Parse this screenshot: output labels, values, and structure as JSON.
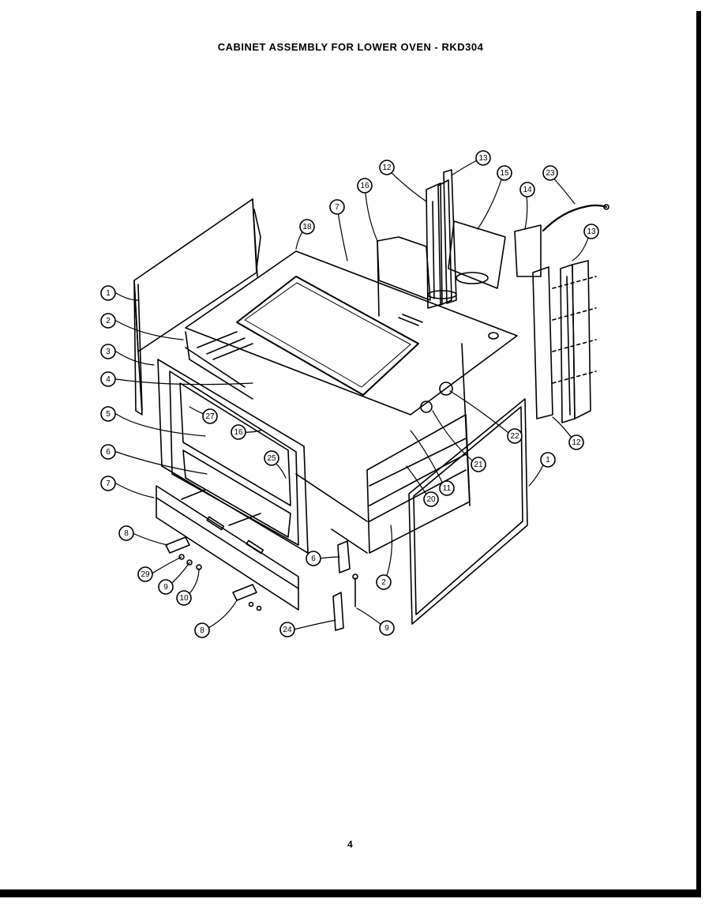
{
  "title": "CABINET ASSEMBLY FOR LOWER OVEN - RKD304",
  "page_number": "4",
  "callouts": [
    {
      "id": "callout-1-left",
      "label": "1"
    },
    {
      "id": "callout-2-left",
      "label": "2"
    },
    {
      "id": "callout-3",
      "label": "3"
    },
    {
      "id": "callout-4",
      "label": "4"
    },
    {
      "id": "callout-5-left",
      "label": "5"
    },
    {
      "id": "callout-6-left",
      "label": "6"
    },
    {
      "id": "callout-7-left",
      "label": "7"
    },
    {
      "id": "callout-8-upper",
      "label": "8"
    },
    {
      "id": "callout-29",
      "label": "29"
    },
    {
      "id": "callout-9-left",
      "label": "9"
    },
    {
      "id": "callout-10",
      "label": "10"
    },
    {
      "id": "callout-8-lower",
      "label": "8"
    },
    {
      "id": "callout-24",
      "label": "24"
    },
    {
      "id": "callout-9-right",
      "label": "9"
    },
    {
      "id": "callout-6-right",
      "label": "6"
    },
    {
      "id": "callout-2-right",
      "label": "2"
    },
    {
      "id": "callout-1-right",
      "label": "1"
    },
    {
      "id": "callout-20",
      "label": "20"
    },
    {
      "id": "callout-11",
      "label": "11"
    },
    {
      "id": "callout-21",
      "label": "21"
    },
    {
      "id": "callout-22",
      "label": "22"
    },
    {
      "id": "callout-12-lower",
      "label": "12"
    },
    {
      "id": "callout-13-lower",
      "label": "13"
    },
    {
      "id": "callout-14",
      "label": "14"
    },
    {
      "id": "callout-23",
      "label": "23"
    },
    {
      "id": "callout-15",
      "label": "15"
    },
    {
      "id": "callout-13-upper",
      "label": "13"
    },
    {
      "id": "callout-12-upper",
      "label": "12"
    },
    {
      "id": "callout-16-top",
      "label": "16"
    },
    {
      "id": "callout-7-top",
      "label": "7"
    },
    {
      "id": "callout-18",
      "label": "18"
    },
    {
      "id": "callout-16-mid",
      "label": "16"
    },
    {
      "id": "callout-25",
      "label": "25"
    },
    {
      "id": "callout-27",
      "label": "27"
    }
  ]
}
